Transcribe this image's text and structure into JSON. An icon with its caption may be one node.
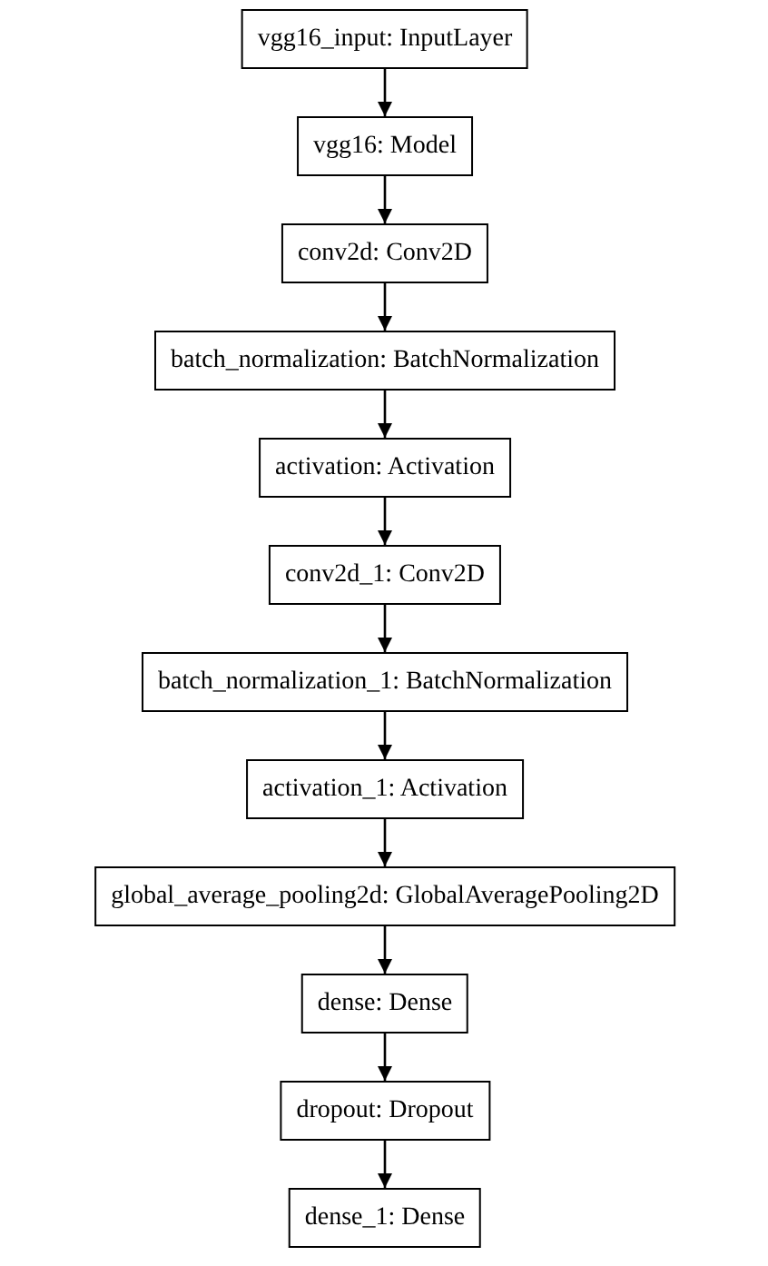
{
  "diagram": {
    "nodes": [
      {
        "text": [
          "vgg16_input: InputLayer"
        ]
      },
      {
        "text": [
          "vgg16: Model"
        ]
      },
      {
        "text": [
          "conv2d: Conv2D"
        ]
      },
      {
        "text": [
          "batch_normalization: BatchNormalization"
        ]
      },
      {
        "text": [
          "activation: Activation"
        ]
      },
      {
        "text": [
          "conv2d_1: Conv2D"
        ]
      },
      {
        "text": [
          "batch_normalization_1: BatchNormalization"
        ]
      },
      {
        "text": [
          "activation_1: Activation"
        ]
      },
      {
        "text": [
          "global_average_pooling2d: GlobalAveragePooling2D"
        ]
      },
      {
        "text": [
          "dense: Dense"
        ]
      },
      {
        "text": [
          "dropout: Dropout"
        ]
      },
      {
        "text": [
          "dense_1: Dense"
        ]
      }
    ],
    "edges": [
      {
        "from": 0,
        "to": 1,
        "arrow": "to"
      },
      {
        "from": 1,
        "to": 2,
        "arrow": "to"
      },
      {
        "from": 2,
        "to": 3,
        "arrow": "to"
      },
      {
        "from": 3,
        "to": 4,
        "arrow": "to"
      },
      {
        "from": 4,
        "to": 5,
        "arrow": "to"
      },
      {
        "from": 5,
        "to": 6,
        "arrow": "to"
      },
      {
        "from": 6,
        "to": 7,
        "arrow": "to"
      },
      {
        "from": 7,
        "to": 8,
        "arrow": "to"
      },
      {
        "from": 8,
        "to": 9,
        "arrow": "to"
      },
      {
        "from": 9,
        "to": 10,
        "arrow": "to"
      },
      {
        "from": 10,
        "to": 11,
        "arrow": "to"
      }
    ]
  }
}
